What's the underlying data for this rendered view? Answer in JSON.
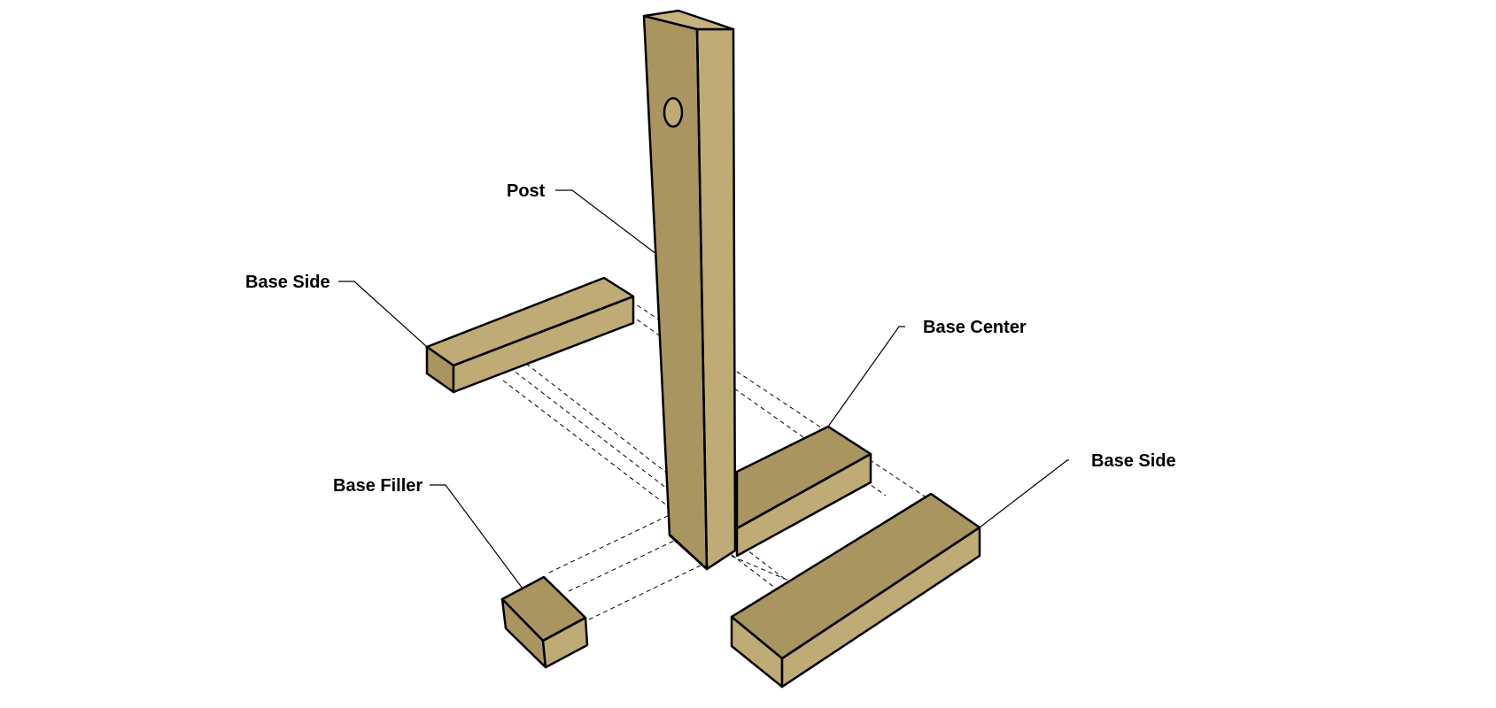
{
  "labels": {
    "post": "Post",
    "base_side_left": "Base Side",
    "base_center": "Base Center",
    "base_filler": "Base Filler",
    "base_side_right": "Base Side"
  },
  "colors": {
    "wood_light": "#bfab75",
    "wood_mid": "#b3a068",
    "wood_dark": "#a8955f",
    "outline": "#000000",
    "background": "#ffffff"
  }
}
